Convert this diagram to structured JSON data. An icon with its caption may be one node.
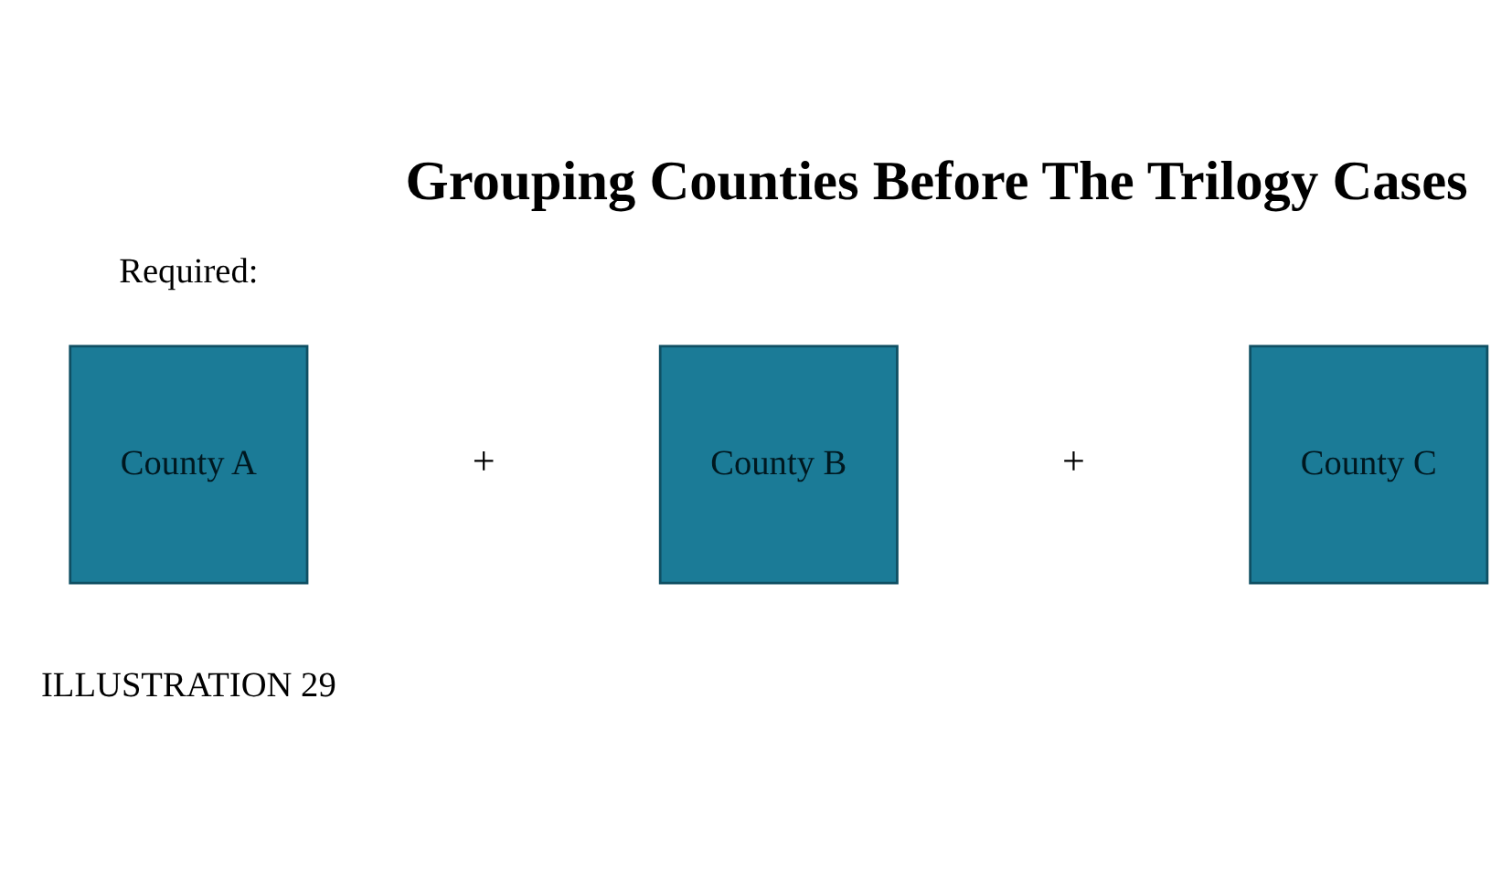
{
  "diagram": {
    "title": "Grouping Counties Before The Trilogy Cases",
    "nodes": [
      {
        "text": [
          "County A"
        ]
      },
      {
        "text": [
          "County B"
        ]
      },
      {
        "text": [
          "County C"
        ]
      }
    ],
    "labels": [
      "Required:",
      "+",
      "+",
      "ILLUSTRATION 29"
    ]
  }
}
